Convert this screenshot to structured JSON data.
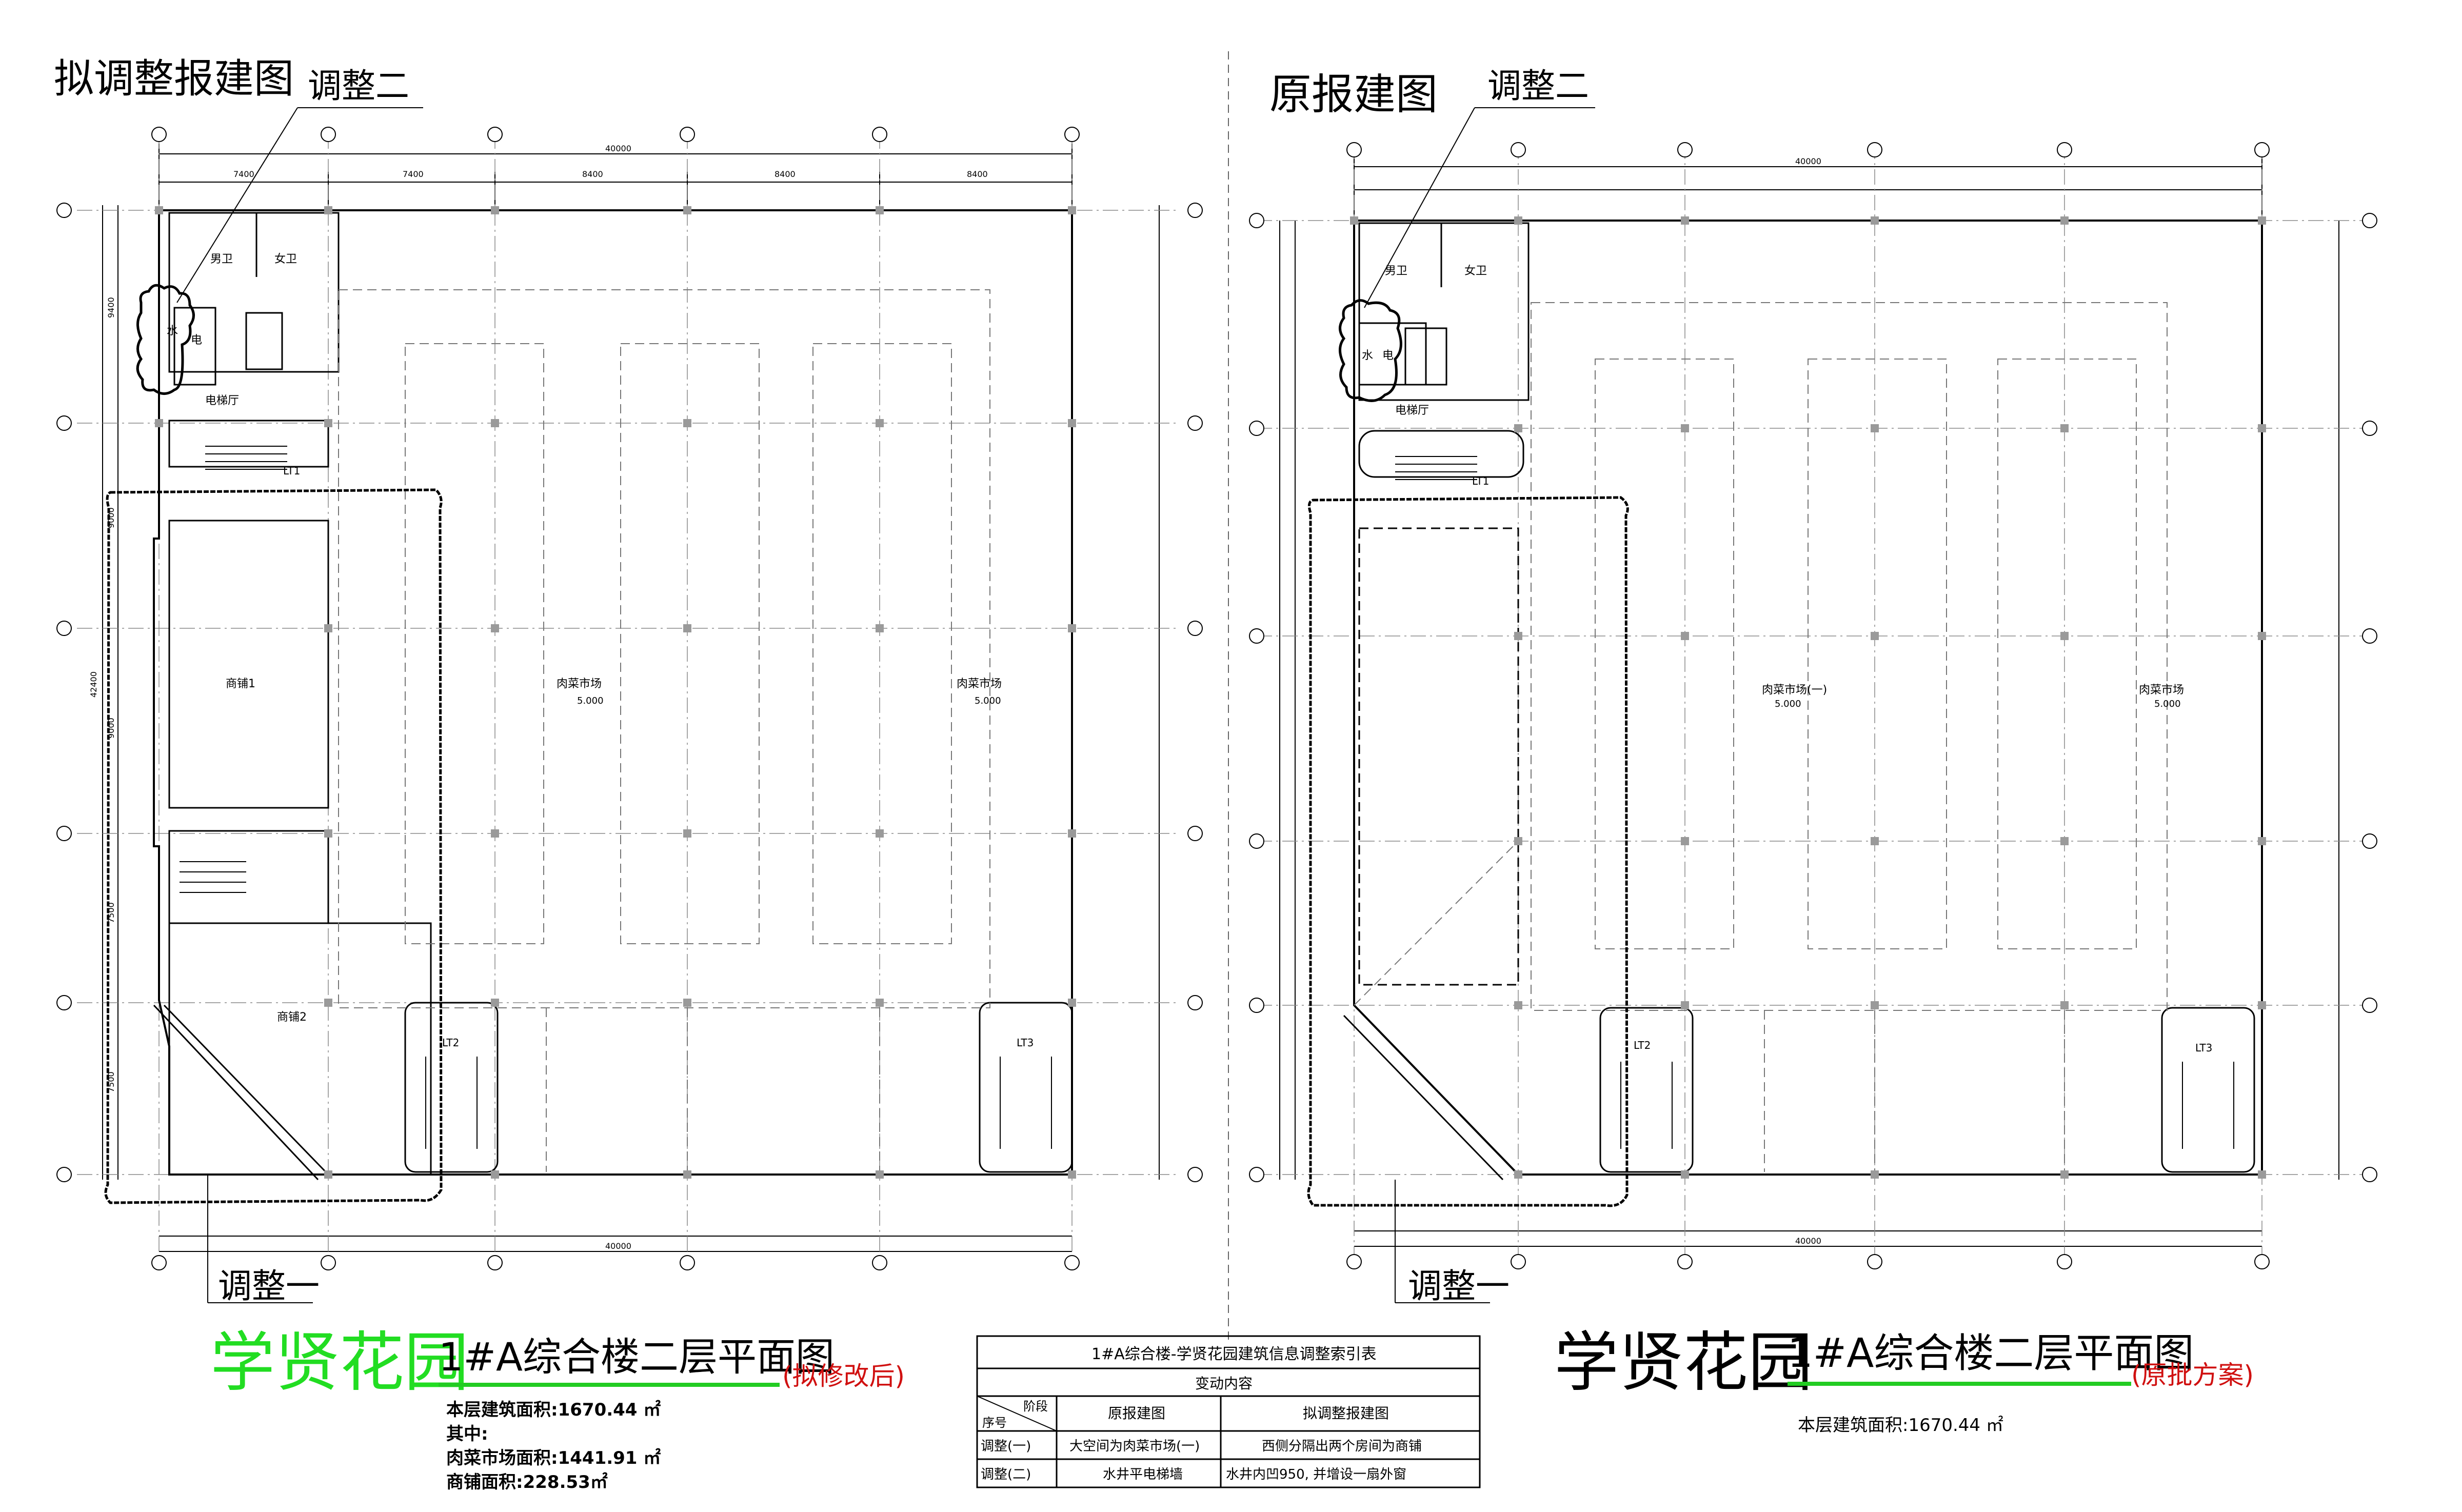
{
  "left_panel": {
    "heading": "拟调整报建图",
    "callout_top": "调整二",
    "callout_bottom": "调整一",
    "dim_top": [
      "7400",
      "7400",
      "8400",
      "8400",
      "8400"
    ],
    "dim_total": "40000",
    "dim_left": [
      "9400",
      "9000",
      "9000",
      "7500",
      "7500"
    ],
    "dim_left_total": "42400",
    "rooms": {
      "male_wc": "男卫",
      "female_wc": "女卫",
      "water": "水",
      "elec": "电",
      "elevator_hall": "电梯厅",
      "lt1": "LT1",
      "lt2": "LT2",
      "lt3": "LT3",
      "shop1": "商铺1",
      "shop2": "商铺2",
      "meat_market_1": "肉菜市场",
      "meat_market_2": "肉菜市场",
      "elev_1": "5.000",
      "elev_2": "5.000"
    },
    "title_brand": "学贤花园",
    "title_main": "1#A综合楼二层平面图",
    "title_suffix": "(拟修改后)",
    "area_lines": [
      "本层建筑面积:1670.44 ㎡",
      "其中:",
      "肉菜市场面积:1441.91 ㎡",
      "商铺面积:228.53㎡"
    ]
  },
  "right_panel": {
    "heading": "原报建图",
    "callout_top": "调整二",
    "callout_bottom": "调整一",
    "dim_total": "40000",
    "rooms": {
      "male_wc": "男卫",
      "female_wc": "女卫",
      "water": "水",
      "elec": "电",
      "elevator_hall": "电梯厅",
      "lt1": "LT1",
      "lt2": "LT2",
      "lt3": "LT3",
      "meat_market_1": "肉菜市场(一)",
      "meat_market_2": "肉菜市场",
      "elev_1": "5.000",
      "elev_2": "5.000"
    },
    "title_brand": "学贤花园",
    "title_main": "1#A综合楼二层平面图",
    "title_suffix": "(原批方案)",
    "area_line": "本层建筑面积:1670.44 ㎡"
  },
  "index_table": {
    "title": "1#A综合楼-学贤花园建筑信息调整索引表",
    "subtitle": "变动内容",
    "corner_stage": "阶段",
    "corner_seq": "序号",
    "col_original": "原报建图",
    "col_proposed": "拟调整报建图",
    "rows": [
      {
        "seq": "调整(一)",
        "original": "大空间为肉菜市场(一)",
        "proposed": "西侧分隔出两个房间为商铺"
      },
      {
        "seq": "调整(二)",
        "original": "水井平电梯墙",
        "proposed": "水井内凹950, 并增设一扇外窗"
      }
    ]
  },
  "colors": {
    "brand_green": "#22dd22",
    "suffix_red": "#d01010",
    "underline_green": "#22cc22"
  }
}
